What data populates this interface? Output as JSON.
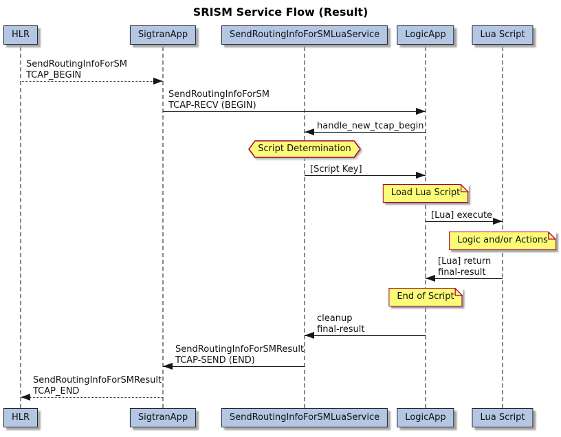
{
  "title": "SRISM Service Flow (Result)",
  "participants": [
    {
      "label": "HLR"
    },
    {
      "label": "SigtranApp"
    },
    {
      "label": "SendRoutingInfoForSMLuaService"
    },
    {
      "label": "LogicApp"
    },
    {
      "label": "Lua Script"
    }
  ],
  "messages": [
    {
      "label": "SendRoutingInfoForSM\nTCAP_BEGIN",
      "from": "HLR",
      "to": "SigtranApp",
      "style": "dashed"
    },
    {
      "label": "SendRoutingInfoForSM\nTCAP-RECV (BEGIN)",
      "from": "SigtranApp",
      "to": "LogicApp",
      "style": "solid"
    },
    {
      "label": "handle_new_tcap_begin",
      "from": "LogicApp",
      "to": "SendRoutingInfoForSMLuaService",
      "style": "solid"
    },
    {
      "label": "[Script Key]",
      "from": "SendRoutingInfoForSMLuaService",
      "to": "LogicApp",
      "style": "solid"
    },
    {
      "label": "[Lua] execute",
      "from": "LogicApp",
      "to": "Lua Script",
      "style": "solid"
    },
    {
      "label": "[Lua] return\nfinal-result",
      "from": "Lua Script",
      "to": "LogicApp",
      "style": "solid"
    },
    {
      "label": "cleanup\nfinal-result",
      "from": "LogicApp",
      "to": "SendRoutingInfoForSMLuaService",
      "style": "solid"
    },
    {
      "label": "SendRoutingInfoForSMResult\nTCAP-SEND (END)",
      "from": "SendRoutingInfoForSMLuaService",
      "to": "SigtranApp",
      "style": "solid"
    },
    {
      "label": "SendRoutingInfoForSMResult\nTCAP_END",
      "from": "SigtranApp",
      "to": "HLR",
      "style": "dashed"
    }
  ],
  "hexagon_note": {
    "label": "Script Determination"
  },
  "notes": [
    {
      "label": "Load Lua Script",
      "over": "LogicApp"
    },
    {
      "label": "Logic and/or Actions",
      "over": "Lua Script"
    },
    {
      "label": "End of Script",
      "over": "LogicApp"
    }
  ],
  "colors": {
    "participant_fill": "#b3c6e2",
    "participant_border": "#222233",
    "note_fill": "#fbfb77",
    "note_border": "#a80036",
    "lifeline": "#8a8a8a",
    "arrow": "#181818"
  }
}
